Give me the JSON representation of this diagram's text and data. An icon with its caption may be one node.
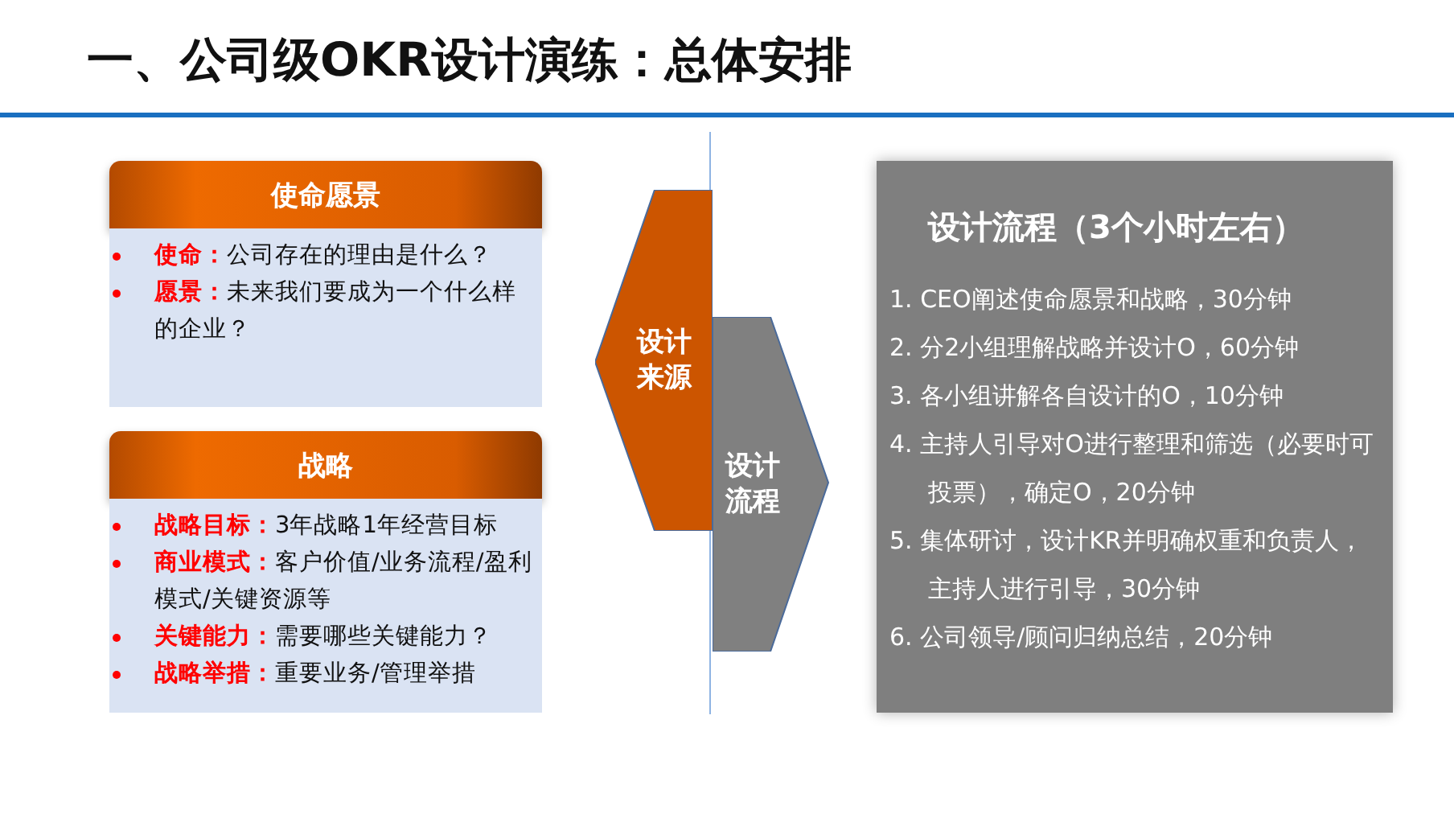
{
  "diagram": {
    "title": "一、公司级OKR设计演练：总体安排",
    "nodes": [
      {
        "text": [
          "使命愿景",
          "**使命：**公司存在的理由是什么？",
          "**愿景：**未来我们要成为一个什么样的企业？"
        ]
      },
      {
        "text": [
          "战略",
          "**战略目标：**3年战略1年经营目标",
          "**商业模式：**客户价值/业务流程/盈利模式/关键资源等",
          "**关键能力：**需要哪些关键能力？",
          "**战略举措：**重要业务/管理举措"
        ]
      },
      {
        "text": [
          "设计来源"
        ]
      },
      {
        "text": [
          "设计流程"
        ]
      },
      {
        "text": [
          "设计流程（3个小时左右）",
          "1. CEO阐述使命愿景和战略，30分钟",
          "2. 分2小组理解战略并设计O，60分钟",
          "3. 各小组讲解各自设计的O，10分钟",
          "4. 主持人引导对O进行整理和筛选（必要时可投票），确定O，20分钟",
          "5. 集体研讨，设计KR并明确权重和负责人，主持人进行引导，30分钟",
          "6. 公司领导/顾问归纳总结，20分钟"
        ]
      }
    ],
    "edges": []
  }
}
